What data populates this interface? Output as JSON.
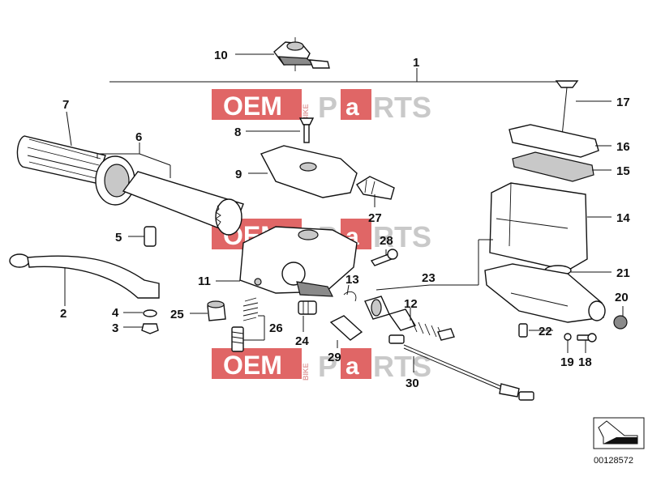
{
  "watermark": {
    "oem": "OEM",
    "side": "BIKE",
    "p": "P",
    "a": "a",
    "rest": "RTS",
    "color": "#e06666"
  },
  "reference_number": "00128572",
  "callouts": {
    "c1": "1",
    "c2": "2",
    "c3": "3",
    "c4": "4",
    "c5": "5",
    "c6": "6",
    "c7": "7",
    "c8": "8",
    "c9": "9",
    "c10": "10",
    "c11": "11",
    "c12": "12",
    "c13": "13",
    "c14": "14",
    "c15": "15",
    "c16": "16",
    "c17": "17",
    "c18": "18",
    "c19": "19",
    "c20": "20",
    "c21": "21",
    "c22": "22",
    "c23": "23",
    "c24": "24",
    "c25": "25",
    "c26": "26",
    "c27": "27",
    "c28": "28",
    "c29": "29",
    "c30": "30"
  }
}
